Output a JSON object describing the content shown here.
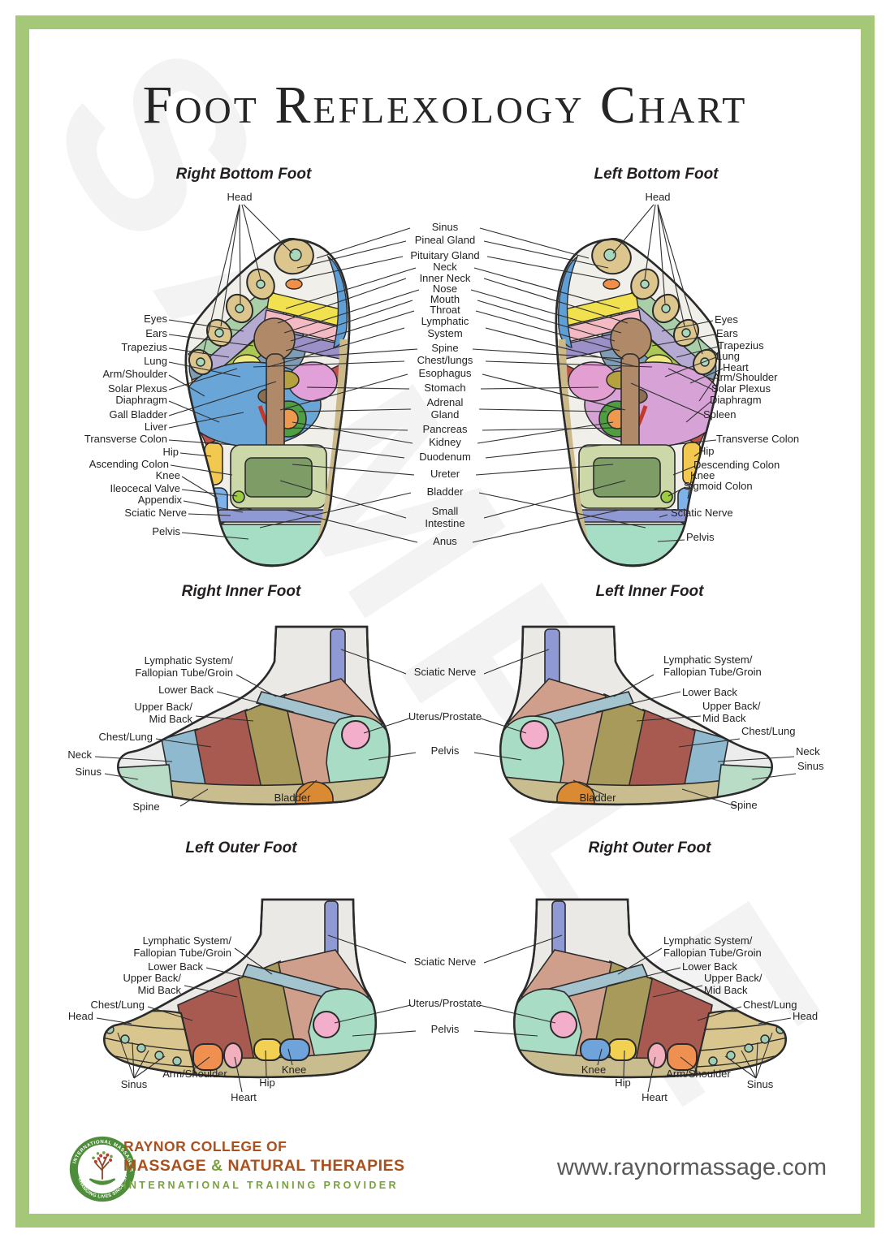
{
  "watermark": "SAMPLE",
  "title": "Foot Reflexology Chart",
  "bottom": {
    "right_heading": "Right Bottom Foot",
    "left_heading": "Left Bottom Foot",
    "head": "Head",
    "center": [
      "Sinus",
      "Pineal Gland",
      "Pituitary Gland",
      "Neck",
      "Inner Neck",
      "Nose",
      "Mouth",
      "Throat",
      "Lymphatic\nSystem",
      "Spine",
      "Chest/lungs",
      "Esophagus",
      "Stomach",
      "Adrenal\nGland",
      "Pancreas",
      "Kidney",
      "Duodenum",
      "Ureter",
      "Bladder",
      "Small\nIntestine",
      "Anus"
    ],
    "left": [
      "Eyes",
      "Ears",
      "Trapezius",
      "Lung",
      "Arm/Shoulder",
      "Solar Plexus",
      "Diaphragm",
      "Gall Bladder",
      "Liver",
      "Transverse Colon",
      "Hip",
      "Ascending Colon",
      "Knee",
      "Ileocecal Valve",
      "Appendix",
      "Sciatic Nerve",
      "Pelvis"
    ],
    "right": [
      "Eyes",
      "Ears",
      "Trapezius",
      "Lung",
      "Heart",
      "Arm/Shoulder",
      "Solar Plexus",
      "Diaphragm",
      "Spleen",
      "Transverse Colon",
      "Hip",
      "Descending Colon",
      "Knee",
      "Sigmoid Colon",
      "Sciatic Nerve",
      "Pelvis"
    ]
  },
  "inner": {
    "right_heading": "Right Inner Foot",
    "left_heading": "Left Inner Foot",
    "labels": {
      "lymph": "Lymphatic System/\nFallopian Tube/Groin",
      "lower": "Lower Back",
      "upper": "Upper Back/\nMid Back",
      "chest": "Chest/Lung",
      "neck": "Neck",
      "sinus": "Sinus",
      "spine": "Spine",
      "bladder": "Bladder"
    },
    "center": [
      "Sciatic Nerve",
      "Uterus/Prostate",
      "Pelvis"
    ]
  },
  "outer": {
    "left_heading": "Left Outer Foot",
    "right_heading": "Right Outer Foot",
    "labels": {
      "lymph": "Lymphatic System/\nFallopian Tube/Groin",
      "lower": "Lower Back",
      "upper": "Upper Back/\nMid Back",
      "chest": "Chest/Lung",
      "head": "Head",
      "sinus": "Sinus",
      "arm": "Arm/Shoulder",
      "heart": "Heart",
      "hip": "Hip",
      "knee": "Knee"
    },
    "center": [
      "Sciatic Nerve",
      "Uterus/Prostate",
      "Pelvis"
    ]
  },
  "footer": {
    "college_line1": "RAYNOR COLLEGE OF",
    "college_line2_a": "MASSAGE",
    "amp": "&",
    "college_line2_b": "NATURAL THERAPIES",
    "college_line3": "INTERNATIONAL TRAINING PROVIDER",
    "ring_top": "INTERNATIONAL MASSAGE SCHOOL",
    "ring_bottom": "CHANGING LIVES SINCE 1994",
    "url": "www.raynormassage.com"
  },
  "colors": {
    "frame_green": "#a5c878",
    "accent_rust": "#ab4f1d",
    "accent_green": "#78a23e",
    "label_text": "#231f20"
  }
}
